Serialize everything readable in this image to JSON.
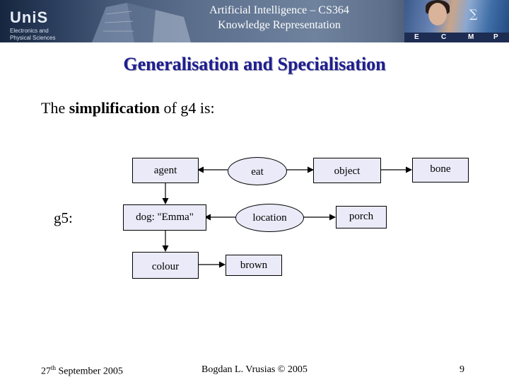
{
  "header": {
    "logo_text": "UniS",
    "logo_sub1": "Electronics and",
    "logo_sub2": "Physical Sciences",
    "course_line1": "Artificial Intelligence – CS364",
    "course_line2": "Knowledge Representation",
    "dept_letters": [
      "E",
      "C",
      "M",
      "P"
    ]
  },
  "slide": {
    "title": "Generalisation and Specialisation",
    "intro_prefix": "The ",
    "intro_bold": "simplification",
    "intro_suffix": " of g4 is:",
    "graph_label": "g5:"
  },
  "graph": {
    "concepts": {
      "agent": "agent",
      "dog": "dog: \"Emma\"",
      "colour": "colour",
      "eat": "eat",
      "location": "location",
      "object": "object",
      "bone": "bone",
      "porch": "porch",
      "brown": "brown"
    }
  },
  "footer": {
    "date_day": "27",
    "date_sup": "th",
    "date_rest": " September 2005",
    "author": "Bogdan L. Vrusias © 2005",
    "page": "9"
  },
  "colors": {
    "title": "#1f1f8f",
    "node_fill": "#eaeaf8",
    "banner_dark": "#16263f"
  }
}
